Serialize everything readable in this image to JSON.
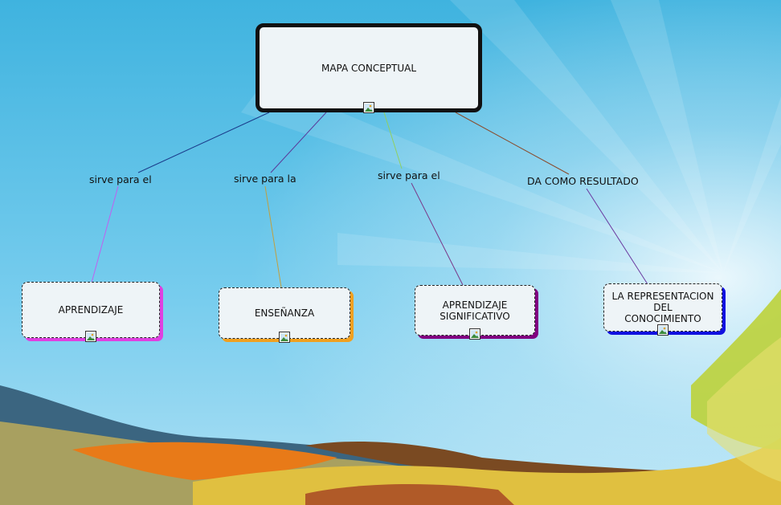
{
  "main": {
    "label": "MAPA CONCEPTUAL"
  },
  "nodes": [
    {
      "label": "APRENDIZAJE",
      "color": "#e040e0"
    },
    {
      "label": "ENSEÑANZA",
      "color": "#f0a020"
    },
    {
      "label": "APRENDIZAJE\nSIGNIFICATIVO",
      "color": "#800080"
    },
    {
      "label": "LA REPRESENTACION\nDEL\nCONOCIMIENTO",
      "color": "#1010e0"
    }
  ],
  "links": [
    {
      "label": "sirve para el",
      "color_top": "#1a3a8a",
      "color_bottom": "#c060f0"
    },
    {
      "label": "sirve para la",
      "color_top": "#5a3a9a",
      "color_bottom": "#c0a040"
    },
    {
      "label": "sirve para el",
      "color_top": "#90d060",
      "color_bottom": "#7a3a8a"
    },
    {
      "label": "DA COMO RESULTADO",
      "color_top": "#8a4a2a",
      "color_bottom": "#6a3aa0"
    }
  ]
}
